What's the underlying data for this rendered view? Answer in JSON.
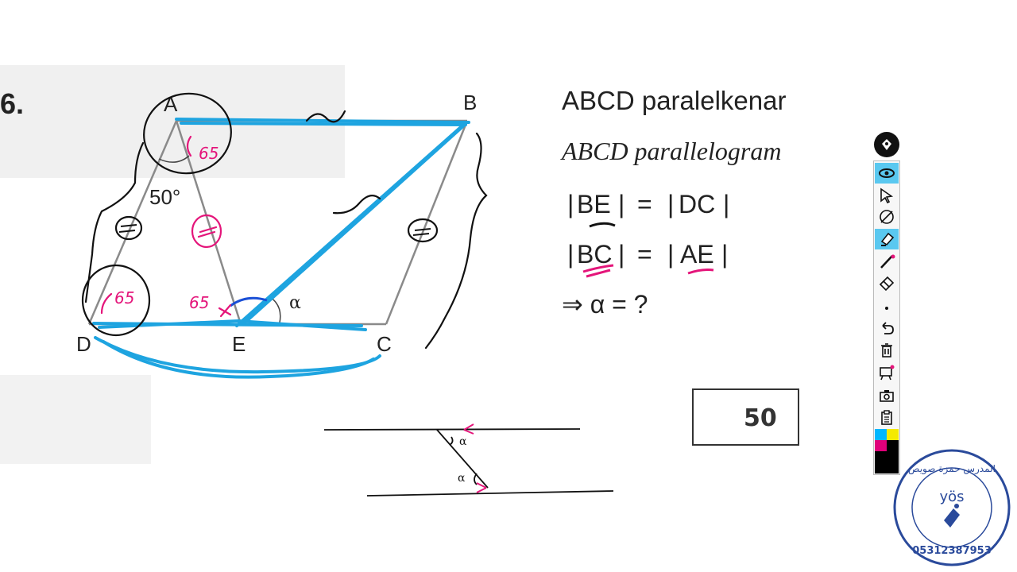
{
  "problem": {
    "number": "6.",
    "title_tr": "ABCD paralelkenar",
    "title_en": "ABCD parallelogram",
    "eq1_left": "BE",
    "eq1_right": "DC",
    "eq2_left": "BC",
    "eq2_right": "AE",
    "question": "⇒ α = ?",
    "answer": "50"
  },
  "figure": {
    "vertex_a": "A",
    "vertex_b": "B",
    "vertex_c": "C",
    "vertex_d": "D",
    "vertex_e": "E",
    "angle_a": "50°",
    "angle_alpha": "α"
  },
  "annotations": {
    "angle_65_a": "65",
    "angle_65_d": "65",
    "angle_65_e": "65",
    "side_mark": "=",
    "alt_angle_top": "α",
    "alt_angle_bottom": "α"
  },
  "toolbar": {
    "tools": [
      "pen-icon",
      "eye-icon",
      "pointer-icon",
      "no-pen-icon",
      "highlighter-icon",
      "line-icon",
      "eraser-icon",
      "dot-icon",
      "undo-icon",
      "trash-icon",
      "board-icon",
      "camera-icon",
      "clipboard-icon"
    ],
    "palette": [
      "#00b7ff",
      "#f4ea00",
      "#e0007a",
      "#000000"
    ]
  },
  "watermark": {
    "arabic": "المدرس حمزة صويص",
    "brand": "yös",
    "phone": "05312387953"
  }
}
